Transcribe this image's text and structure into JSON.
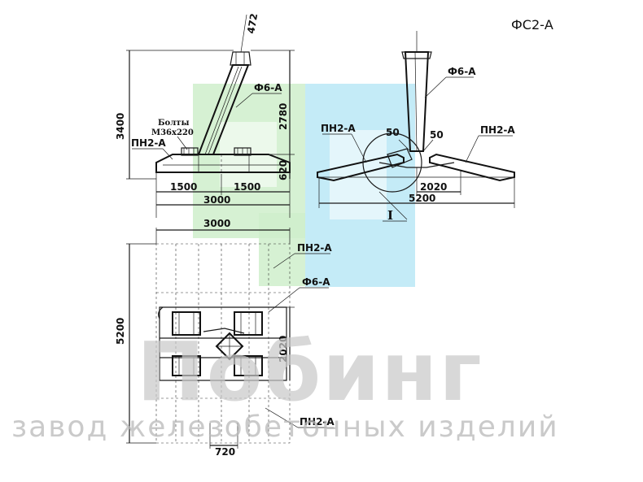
{
  "product_code": "ФС2-А",
  "dims": {
    "d472": "472",
    "d3400": "3400",
    "d2780": "2780",
    "d620": "620",
    "d1500_left": "1500",
    "d1500_right": "1500",
    "d3000_front": "3000",
    "d3000_plan": "3000",
    "d5200_plan": "5200",
    "d2020_plan": "2020",
    "d720": "720",
    "d50_left": "50",
    "d50_right": "50",
    "d2020_side": "2020",
    "d5200_side": "5200"
  },
  "labels": {
    "bolts_line1": "Болты",
    "bolts_line2": "М36х220",
    "pn2a_front": "ПН2-А",
    "f6a_front": "Ф6-А",
    "pn2a_side": "ПН2-А",
    "pn2a_side_right": "ПН2-А",
    "f6a_side": "Ф6-А",
    "detail_mark": "I",
    "pn2a_plan": "ПН2-А",
    "f6a_plan": "Ф6-А",
    "pn2a_plan_bottom": "ПН2-А"
  },
  "watermark": {
    "brand": "Побинг",
    "tagline": "завод железобетонных изделий"
  },
  "colors": {
    "logo_green": "#cfeecb",
    "logo_cyan": "#b5e6f5",
    "watermark_gray": "#c9c9c9"
  }
}
